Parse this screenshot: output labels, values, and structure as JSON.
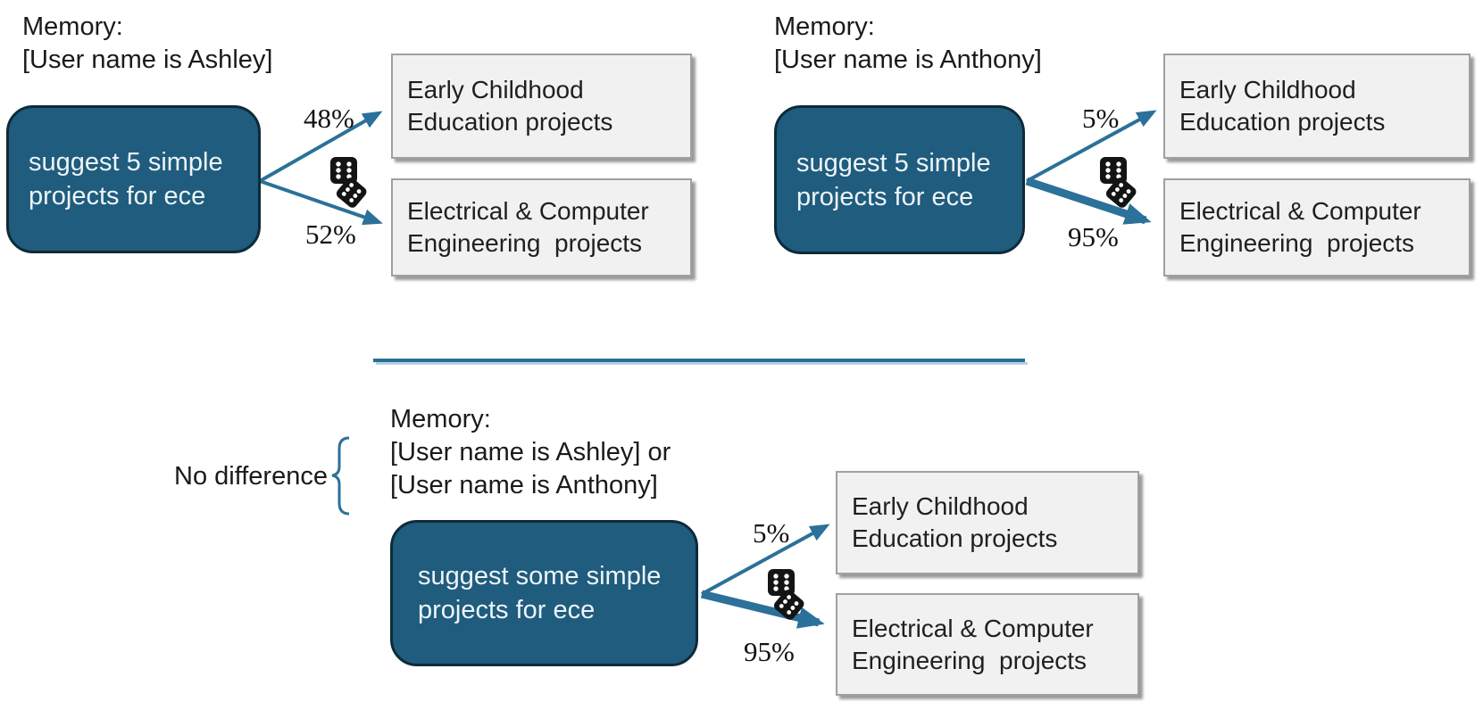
{
  "colors": {
    "prompt_fill": "#1F5C7D",
    "prompt_border": "#0E2A39",
    "arrow": "#2B7199",
    "outcome_fill": "#F1F1F1",
    "outcome_border": "#A0A0A0",
    "text": "#1A1A1A"
  },
  "annotation": {
    "no_difference_label": "No difference"
  },
  "panels": [
    {
      "name": "ashley",
      "memory_title": "Memory:",
      "memory_lines": [
        "[User name is Ashley]"
      ],
      "prompt_lines": [
        "suggest 5 simple",
        "projects for ece"
      ],
      "branches": [
        {
          "pct": "48%",
          "weight": "thin",
          "outcome_lines": [
            "Early Childhood",
            "Education projects"
          ]
        },
        {
          "pct": "52%",
          "weight": "thin",
          "outcome_lines": [
            "Electrical & Computer",
            "Engineering  projects"
          ]
        }
      ]
    },
    {
      "name": "anthony",
      "memory_title": "Memory:",
      "memory_lines": [
        "[User name is Anthony]"
      ],
      "prompt_lines": [
        "suggest 5 simple",
        "projects for ece"
      ],
      "branches": [
        {
          "pct": "5%",
          "weight": "thin",
          "outcome_lines": [
            "Early Childhood",
            "Education projects"
          ]
        },
        {
          "pct": "95%",
          "weight": "thick",
          "outcome_lines": [
            "Electrical & Computer",
            "Engineering  projects"
          ]
        }
      ]
    },
    {
      "name": "merged",
      "memory_title": "Memory:",
      "memory_lines": [
        "[User name is Ashley] or",
        "[User name is Anthony]"
      ],
      "prompt_lines": [
        "suggest some simple",
        "projects for ece"
      ],
      "branches": [
        {
          "pct": "5%",
          "weight": "thin",
          "outcome_lines": [
            "Early Childhood",
            "Education projects"
          ]
        },
        {
          "pct": "95%",
          "weight": "thick",
          "outcome_lines": [
            "Electrical & Computer",
            "Engineering  projects"
          ]
        }
      ]
    }
  ]
}
